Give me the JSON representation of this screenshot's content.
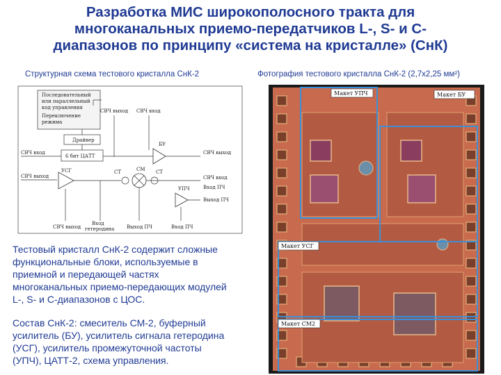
{
  "title": {
    "line1": "Разработка МИС широкополосного тракта для",
    "line2": "многоканальных приемо-передатчиков L-, S- и С-",
    "line3": "диапазонов по принципу «система на кристалле» (СнК)"
  },
  "left_caption": "Структурная схема тестового кристалла СнК-2",
  "right_caption": "Фотография тестового кристалла СнК-2 (2,7х2,25 мм²)",
  "schema": {
    "box_top_label_1": "Последовательный",
    "box_top_label_2": "или параллельный",
    "box_top_label_3": "код управления",
    "box_mode_label_1": "Переключение",
    "box_mode_label_2": "режима",
    "driver": "Драйвер",
    "catt": "6 бит ЦАТТ",
    "bu": "БУ",
    "usg": "УСГ",
    "sm": "СМ",
    "st_left": "СТ",
    "st_right": "СТ",
    "upch": "УПЧ",
    "svch_out_top": "СВЧ выход",
    "svch_in_top": "СВЧ вход",
    "svch_in_left": "СВЧ вход",
    "svch_out_right": "СВЧ выход",
    "svch_out_left": "СВЧ выход",
    "svch_in_right": "СВЧ вход",
    "vhod_pch": "Вход ПЧ",
    "vyhod_pch": "Выход ПЧ",
    "bottom_1": "СВЧ выход",
    "bottom_2a": "Вход",
    "bottom_2b": "гетеродина",
    "bottom_3": "Выход ПЧ",
    "bottom_4": "Вход ПЧ"
  },
  "photo_labels": {
    "upch": "Макет УПЧ",
    "bu": "Макет БУ",
    "usg": "Макет УСГ",
    "sm2": "Макет СМ2"
  },
  "paragraph1": {
    "line1": "Тестовый кристалл СнК-2 содержит сложные",
    "line2": "функциональные блоки, используемые в",
    "line3": "приемной и передающей частях",
    "line4": "многоканальных приемо-передающих модулей",
    "line5": "L-, S- и С-диапазонов с ЦОС."
  },
  "paragraph2": {
    "line1": "Состав СнК-2: смеситель СМ-2, буферный",
    "line2": "усилитель (БУ), усилитель сигнала гетеродина",
    "line3": "(УСГ), усилитель промежуточной частоты",
    "line4": "(УПЧ), ЦАТТ-2, схема управления."
  },
  "colors": {
    "title": "#1f3a93",
    "die": "#c86a4e",
    "pad": "#8a4a2e",
    "label_box": "#3c8fd8"
  }
}
